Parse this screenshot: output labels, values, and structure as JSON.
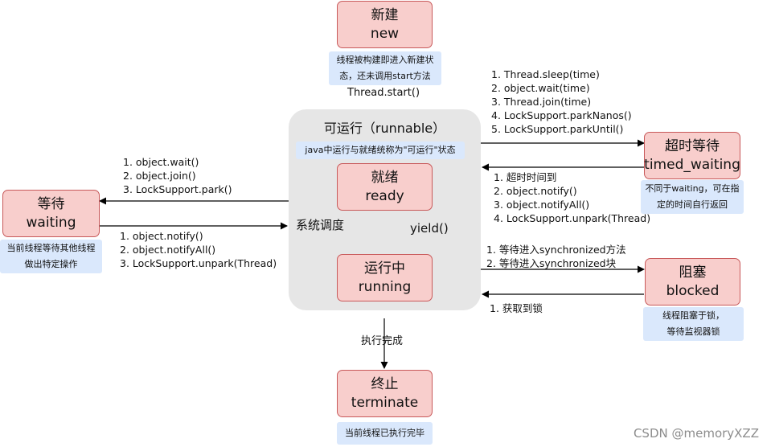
{
  "states": {
    "new": {
      "cn": "新建",
      "en": "new"
    },
    "ready": {
      "cn": "就绪",
      "en": "ready"
    },
    "running": {
      "cn": "运行中",
      "en": "running"
    },
    "waiting": {
      "cn": "等待",
      "en": "waiting"
    },
    "timed_waiting": {
      "cn": "超时等待",
      "en": "timed_waiting"
    },
    "blocked": {
      "cn": "阻塞",
      "en": "blocked"
    },
    "terminate": {
      "cn": "终止",
      "en": "terminate"
    }
  },
  "runnable": {
    "title": "可运行（runnable）",
    "note": "java中运行与就绪统称为\"可运行\"状态"
  },
  "notes": {
    "new": [
      "线程被构建即进入新建状",
      "态，还未调用start方法"
    ],
    "waiting": [
      "当前线程等待其他线程",
      "做出特定操作"
    ],
    "timed_waiting": [
      "不同于waiting，可在指",
      "定的时间自行返回"
    ],
    "blocked": [
      "线程阻塞于锁，",
      "等待监视器锁"
    ],
    "terminate": [
      "当前线程已执行完毕"
    ]
  },
  "transitions": {
    "start": "Thread.start()",
    "schedule": "系统调度",
    "yield": "yield()",
    "finish": "执行完成",
    "to_waiting": [
      "1. object.wait()",
      "2. object.join()",
      "3. LockSupport.park()"
    ],
    "from_waiting": [
      "1. object.notify()",
      "2. object.notifyAll()",
      "3. LockSupport.unpark(Thread)"
    ],
    "to_timed_waiting": [
      "1. Thread.sleep(time)",
      "2. object.wait(time)",
      "3. Thread.join(time)",
      "4. LockSupport.parkNanos()",
      "5. LockSupport.parkUntil()"
    ],
    "from_timed_waiting": [
      "1. 超时时间到",
      "2. object.notify()",
      "3. object.notifyAll()",
      "4. LockSupport.unpark(Thread)"
    ],
    "to_blocked": [
      "1. 等待进入synchronized方法",
      "2. 等待进入synchronized块"
    ],
    "from_blocked": [
      "1. 获取到锁"
    ]
  },
  "watermark": "CSDN @memoryXZZ"
}
